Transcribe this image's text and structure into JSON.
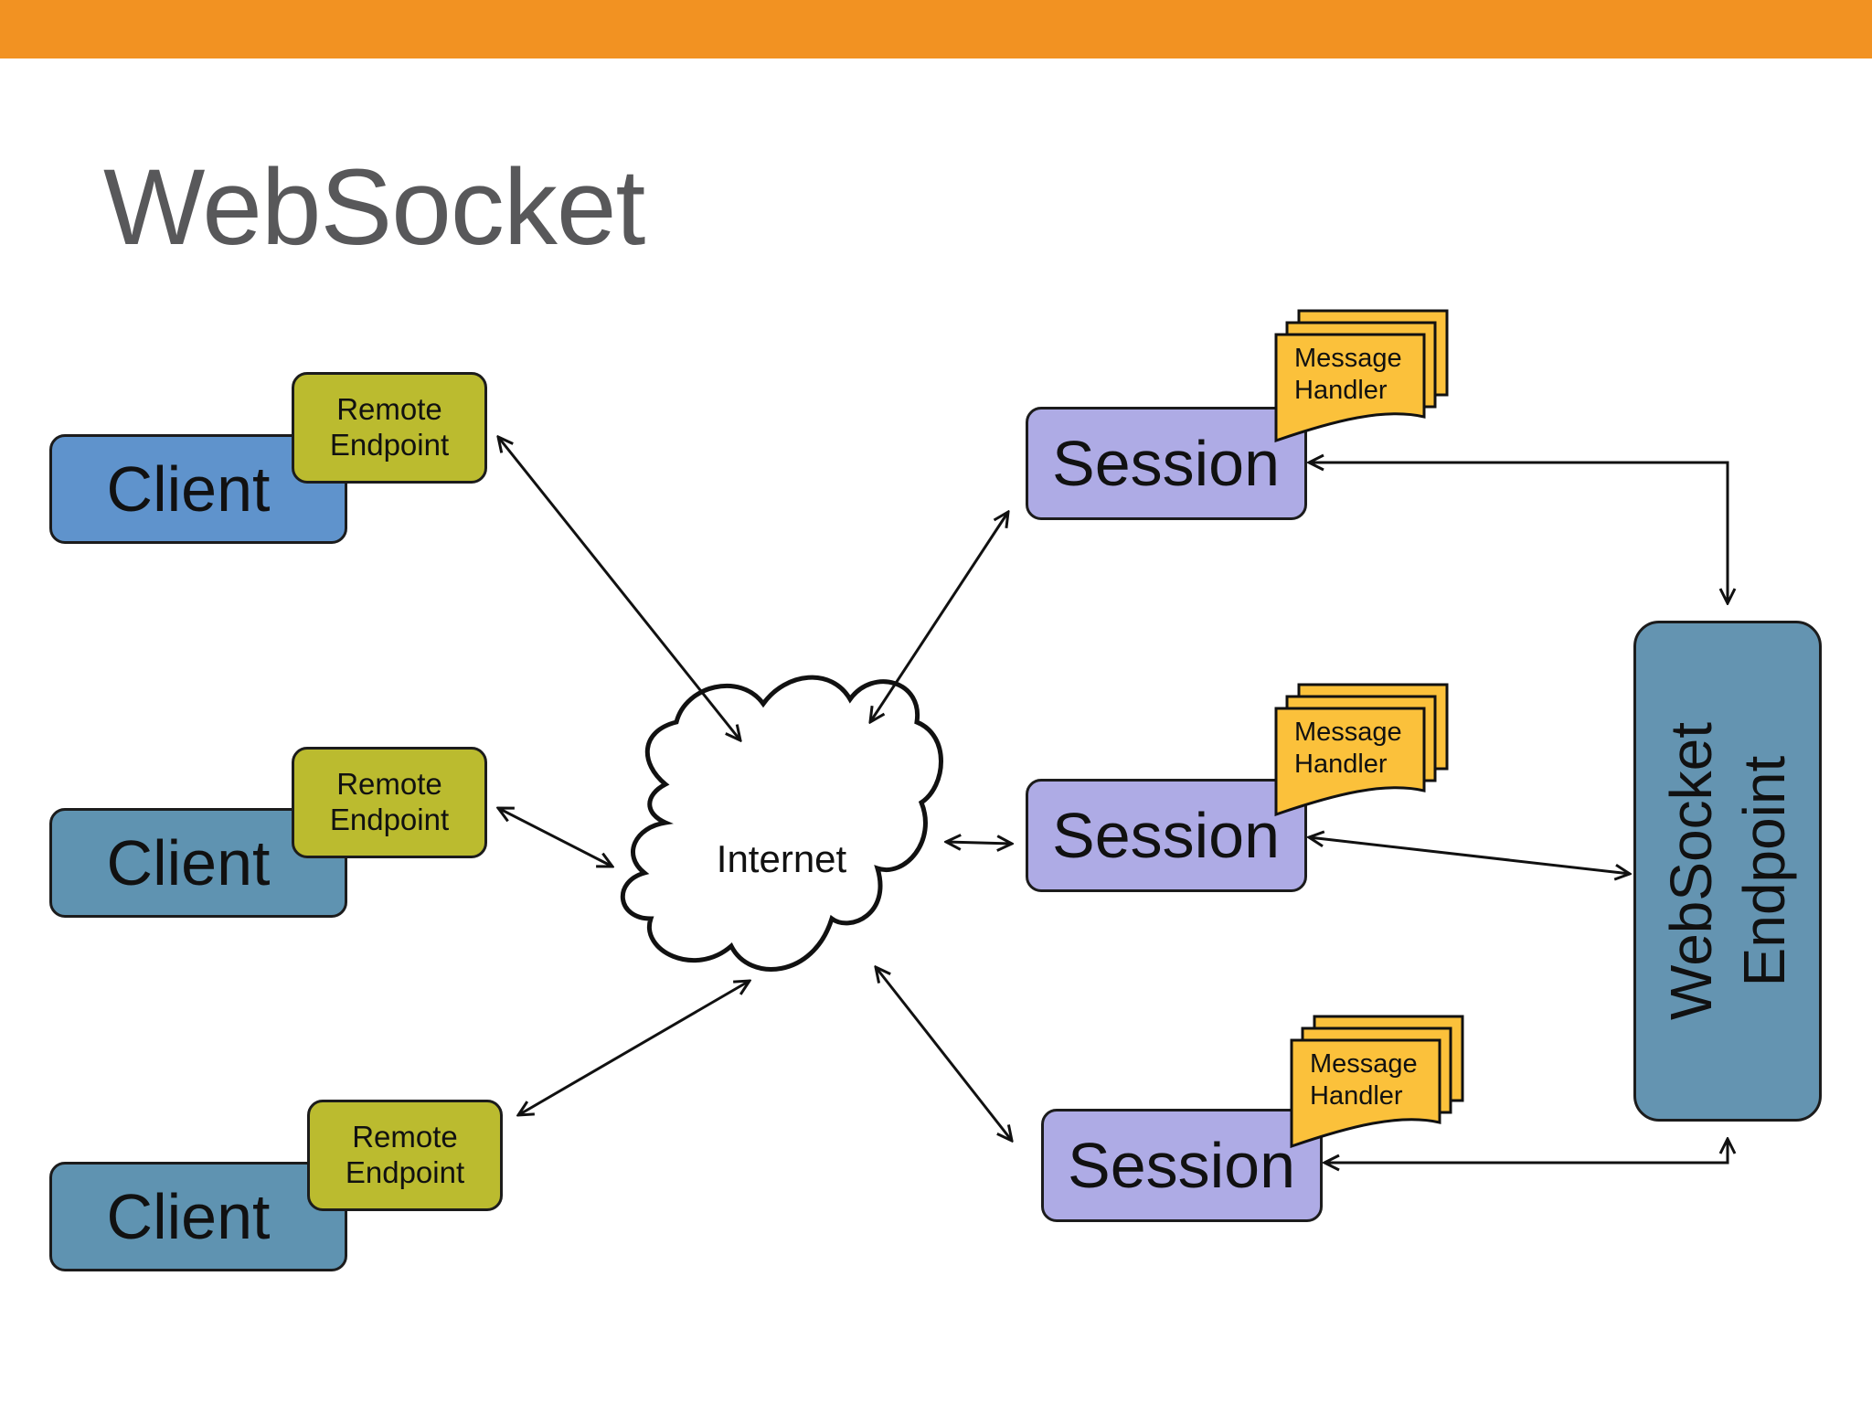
{
  "title": "WebSocket",
  "clients": [
    {
      "label": "Client",
      "endpoint_line1": "Remote",
      "endpoint_line2": "Endpoint"
    },
    {
      "label": "Client",
      "endpoint_line1": "Remote",
      "endpoint_line2": "Endpoint"
    },
    {
      "label": "Client",
      "endpoint_line1": "Remote",
      "endpoint_line2": "Endpoint"
    }
  ],
  "internet_label": "Internet",
  "sessions": [
    {
      "label": "Session",
      "handler_line1": "Message",
      "handler_line2": "Handler"
    },
    {
      "label": "Session",
      "handler_line1": "Message",
      "handler_line2": "Handler"
    },
    {
      "label": "Session",
      "handler_line1": "Message",
      "handler_line2": "Handler"
    }
  ],
  "ws_endpoint": {
    "line1": "WebSocket",
    "line2": "Endpoint"
  },
  "colors": {
    "top_bar": "#f29222",
    "client_blue": "#5f93cc",
    "client_steel": "#5f93b1",
    "remote_endpoint": "#bbbb2f",
    "session": "#aeabe5",
    "message_handler": "#fbc13b",
    "ws_endpoint": "#6494b1"
  }
}
